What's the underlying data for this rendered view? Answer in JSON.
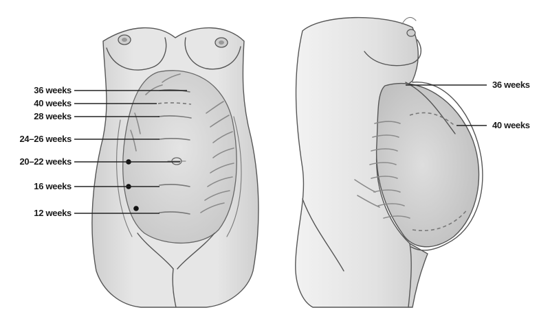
{
  "front_view": {
    "labels": [
      "36 weeks",
      "40 weeks",
      "28 weeks",
      "24–26 weeks",
      "20–22 weeks",
      "16 weeks",
      "12 weeks"
    ]
  },
  "side_view": {
    "labels": [
      "36 weeks",
      "40 weeks"
    ]
  },
  "colors": {
    "skin_light": "#ededed",
    "skin_mid": "#d9d9d9",
    "skin_dark": "#c4c4c4",
    "line": "#555555",
    "text": "#1a1a1a"
  }
}
